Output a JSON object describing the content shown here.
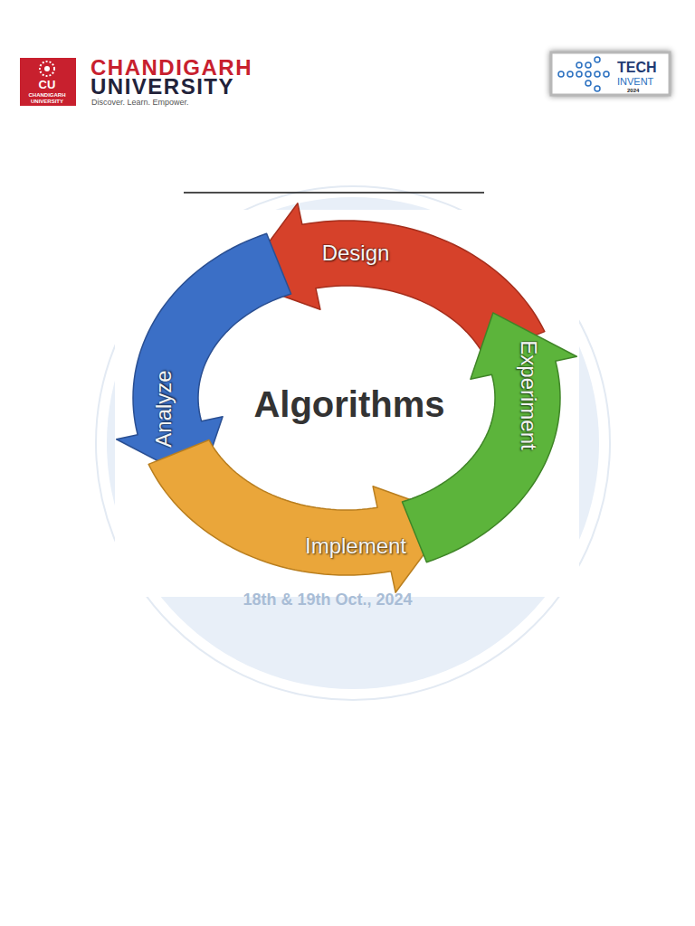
{
  "diagram": {
    "nodes": [
      {
        "text": [
          "Design"
        ]
      },
      {
        "text": [
          "Analyze"
        ]
      },
      {
        "text": [
          "Experiment"
        ]
      },
      {
        "text": [
          "Implement"
        ]
      }
    ],
    "labels": [
      "CU",
      "CHANDIGARH UNIVERSITY",
      "CHANDIGARH",
      "UNIVERSITY",
      "Discover. Learn. Empower.",
      "TECH",
      "INVENT",
      "2024",
      "Algorithms",
      "18th & 19th Oct., 2024"
    ]
  }
}
